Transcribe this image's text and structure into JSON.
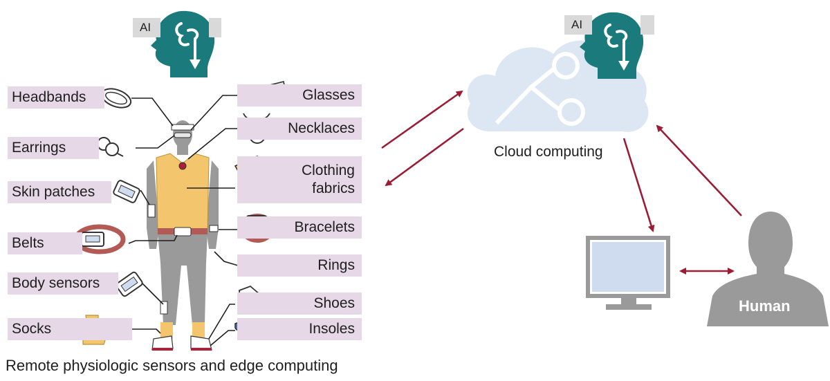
{
  "ai_label": "AI",
  "left_labels": [
    "Headbands",
    "Earrings",
    "Skin patches",
    "Belts",
    "Body sensors",
    "Socks"
  ],
  "right_labels": [
    "Glasses",
    "Necklaces",
    "Clothing fabrics",
    "Bracelets",
    "Rings",
    "Shoes",
    "Insoles"
  ],
  "cloud_label": "Cloud computing",
  "human_label": "Human",
  "caption": "Remote physiologic sensors and edge computing",
  "colors": {
    "label_bg": "#e6d8e6",
    "ai_teal": "#1b7a7b",
    "arrow": "#9b1c35",
    "skin_gray": "#9a9a9a",
    "vest": "#f3c66d",
    "cloud": "#dde7f3",
    "screen": "#cfdcef"
  }
}
